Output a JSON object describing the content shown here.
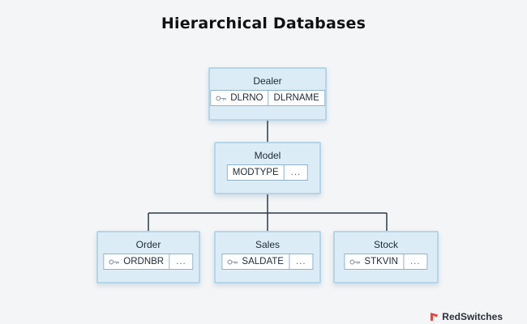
{
  "title": "Hierarchical Databases",
  "nodes": {
    "dealer": {
      "name": "Dealer",
      "key_field": "DLRNO",
      "other_field": "DLRNAME"
    },
    "model": {
      "name": "Model",
      "field": "MODTYPE",
      "more": "..."
    },
    "order": {
      "name": "Order",
      "key_field": "ORDNBR",
      "more": "..."
    },
    "sales": {
      "name": "Sales",
      "key_field": "SALDATE",
      "more": "..."
    },
    "stock": {
      "name": "Stock",
      "key_field": "STKVIN",
      "more": "..."
    }
  },
  "icons": {
    "key": "key-icon",
    "logo": "redswitches-logo-icon"
  },
  "colors": {
    "node_fill": "#dcecf6",
    "node_border": "#b5d5e8",
    "logo_red": "#e8443a"
  },
  "brand": {
    "name": "RedSwitches"
  }
}
